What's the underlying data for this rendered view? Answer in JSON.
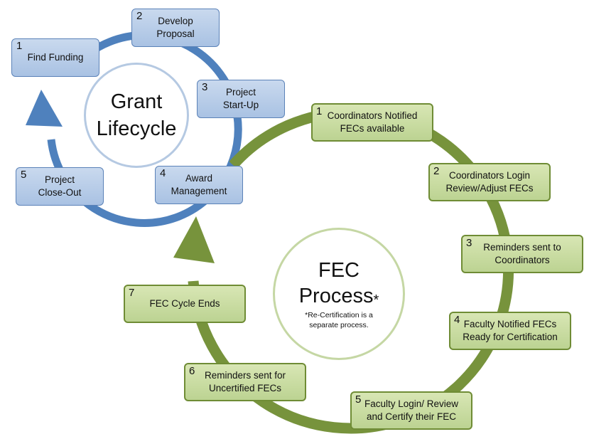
{
  "grant": {
    "title_line1": "Grant",
    "title_line2": "Lifecycle",
    "steps": [
      {
        "num": "1",
        "line1": "Find Funding",
        "line2": ""
      },
      {
        "num": "2",
        "line1": "Develop",
        "line2": "Proposal"
      },
      {
        "num": "3",
        "line1": "Project",
        "line2": "Start-Up"
      },
      {
        "num": "4",
        "line1": "Award",
        "line2": "Management"
      },
      {
        "num": "5",
        "line1": "Project",
        "line2": "Close-Out"
      }
    ]
  },
  "fec": {
    "title_line1": "FEC",
    "title_line2": "Process",
    "asterisk": "*",
    "note_line1": "*Re-Certification is a",
    "note_line2": "separate process.",
    "steps": [
      {
        "num": "1",
        "line1": "Coordinators Notified",
        "line2": "FECs available"
      },
      {
        "num": "2",
        "line1": "Coordinators Login",
        "line2": "Review/Adjust FECs"
      },
      {
        "num": "3",
        "line1": "Reminders sent to",
        "line2": "Coordinators"
      },
      {
        "num": "4",
        "line1": "Faculty Notified FECs",
        "line2": "Ready for Certification"
      },
      {
        "num": "5",
        "line1": "Faculty Login/ Review",
        "line2": "and Certify their FEC"
      },
      {
        "num": "6",
        "line1": "Reminders sent for",
        "line2": "Uncertified FECs"
      },
      {
        "num": "7",
        "line1": "FEC Cycle Ends",
        "line2": ""
      }
    ]
  },
  "colors": {
    "blue_ring": "#4f81bd",
    "green_ring": "#77933c"
  }
}
